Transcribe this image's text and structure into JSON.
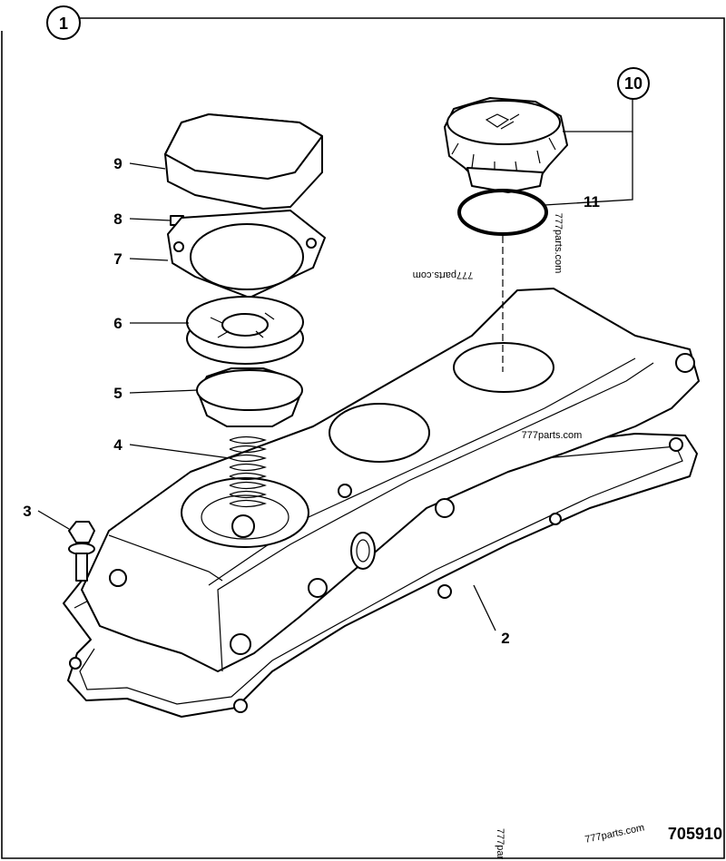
{
  "diagram": {
    "assembly_number": "1",
    "figure_number": "705910",
    "callouts": {
      "c2": "2",
      "c3": "3",
      "c4": "4",
      "c5": "5",
      "c6": "6",
      "c7": "7",
      "c8": "8",
      "c9": "9",
      "c10": "10",
      "c11": "11"
    },
    "watermarks": [
      "777parts.com",
      "777parts.com",
      "777parts.com",
      "777parts.com",
      "777par"
    ]
  }
}
